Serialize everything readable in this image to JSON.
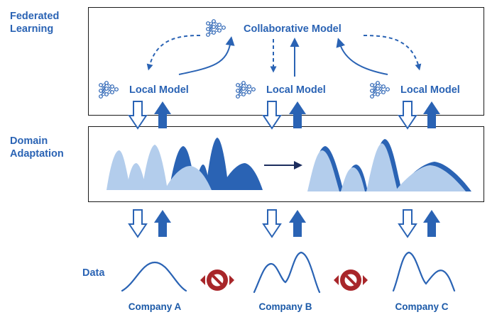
{
  "sections": {
    "federated_learning": "Federated\nLearning",
    "domain_adaptation": "Domain\nAdaptation",
    "data": "Data"
  },
  "collaborative_model": {
    "label": "Collaborative Model",
    "icon": "neural-network-icon"
  },
  "local_models": [
    {
      "label": "Local Model",
      "icon": "neural-network-icon"
    },
    {
      "label": "Local Model",
      "icon": "neural-network-icon"
    },
    {
      "label": "Local Model",
      "icon": "neural-network-icon"
    }
  ],
  "companies": [
    {
      "label": "Company A"
    },
    {
      "label": "Company B"
    },
    {
      "label": "Company C"
    }
  ],
  "blocked_icon": "no-sharing-icon",
  "colors": {
    "primary": "#2a63b4",
    "dark_blue": "#1f5aa8",
    "light_blue": "#a9c6ea",
    "block_red": "#a8262a",
    "frame": "#1a1a1a",
    "navy_arrow": "#1c2d5e"
  }
}
